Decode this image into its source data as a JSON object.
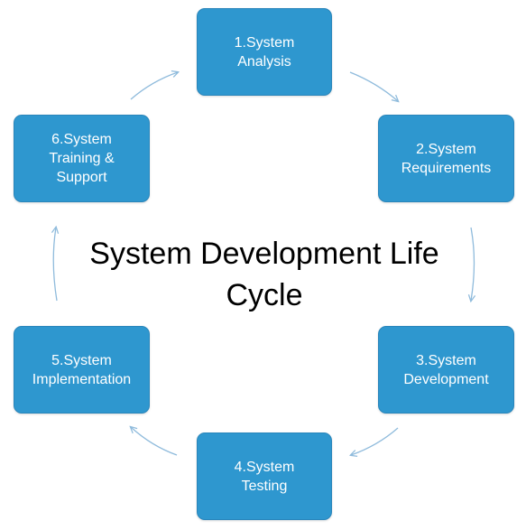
{
  "title": {
    "line1": "System Development Life",
    "line2": "Cycle"
  },
  "stages": [
    {
      "line1": "1.System",
      "line2": "Analysis",
      "line3": ""
    },
    {
      "line1": "2.System",
      "line2": "Requirements",
      "line3": ""
    },
    {
      "line1": "3.System",
      "line2": "Development",
      "line3": ""
    },
    {
      "line1": "4.System",
      "line2": "Testing",
      "line3": ""
    },
    {
      "line1": "5.System",
      "line2": "Implementation",
      "line3": ""
    },
    {
      "line1": "6.System",
      "line2": "Training &",
      "line3": "Support"
    }
  ],
  "colors": {
    "box_fill": "#2e97cf",
    "box_text": "#ffffff",
    "arrow": "#8fbbdc",
    "title_text": "#000000"
  }
}
